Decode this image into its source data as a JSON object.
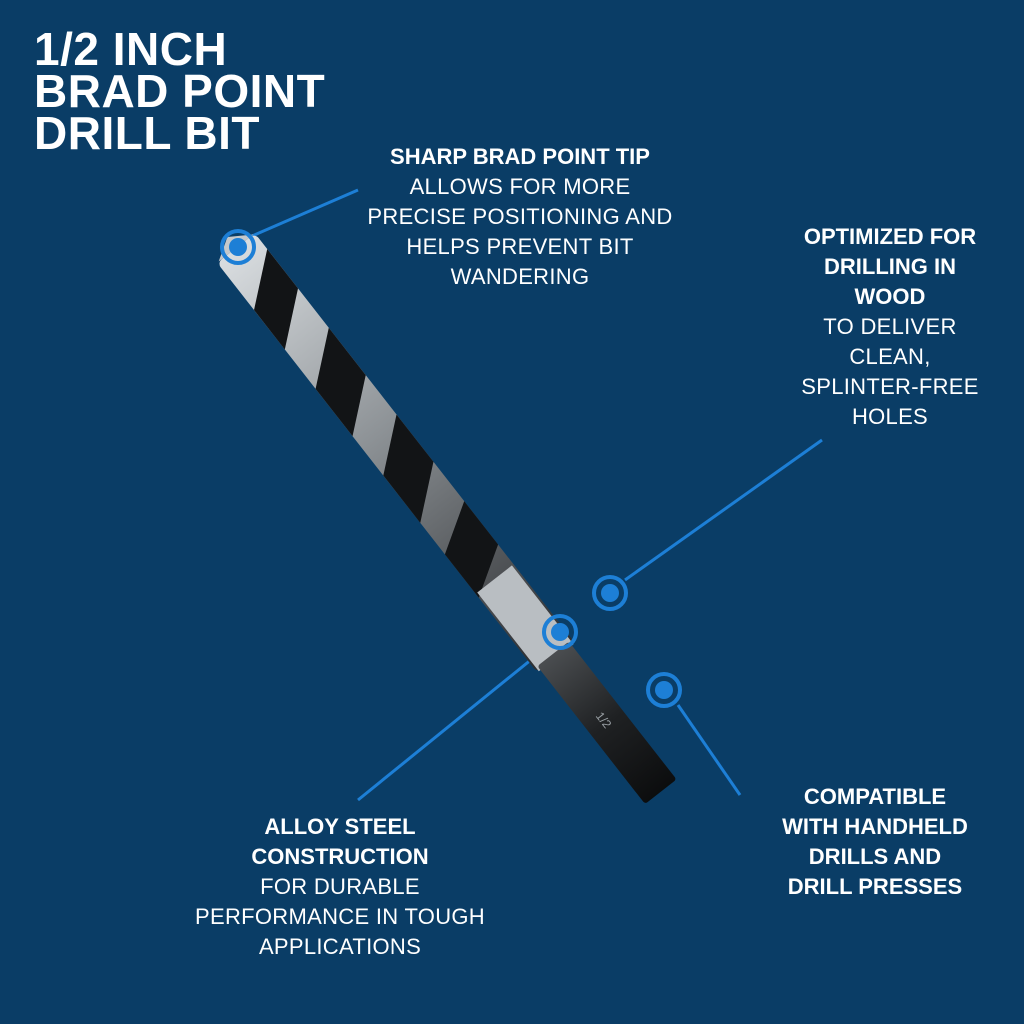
{
  "title": {
    "line1": "1/2 INCH",
    "line2": "BRAD POINT",
    "line3": "DRILL BIT"
  },
  "callouts": {
    "tip": {
      "heading": "SHARP BRAD POINT TIP",
      "body": [
        "ALLOWS FOR MORE",
        "PRECISE POSITIONING AND",
        "HELPS PREVENT BIT",
        "WANDERING"
      ]
    },
    "wood": {
      "heading": [
        "OPTIMIZED FOR",
        "DRILLING IN",
        "WOOD"
      ],
      "body": [
        "TO DELIVER",
        "CLEAN,",
        "SPLINTER-FREE",
        "HOLES"
      ]
    },
    "steel": {
      "heading": [
        "ALLOY STEEL",
        "CONSTRUCTION"
      ],
      "body": [
        "FOR DURABLE",
        "PERFORMANCE IN TOUGH",
        "APPLICATIONS"
      ]
    },
    "compat": {
      "heading": [
        "COMPATIBLE",
        "WITH HANDHELD",
        "DRILLS AND",
        "DRILL PRESSES"
      ]
    }
  },
  "shank_marking": "1/2",
  "colors": {
    "background": "#0a3d66",
    "accent": "#1d7fd6",
    "text": "#ffffff"
  }
}
